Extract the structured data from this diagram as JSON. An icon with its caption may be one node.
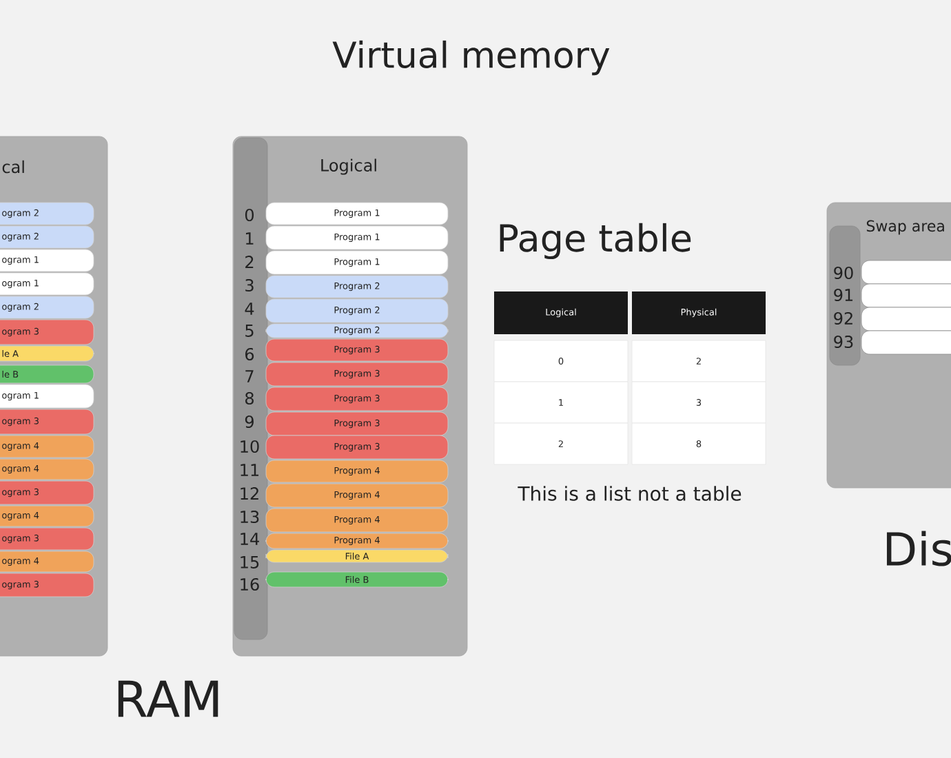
{
  "diagram": {
    "title": "Virtual memory",
    "nodes": [
      {
        "text": [
          "cal"
        ]
      },
      {
        "text": [
          "ogram 2"
        ],
        "in": 0
      },
      {
        "text": [
          "ogram 2"
        ],
        "in": 0
      },
      {
        "text": [
          "ogram 1"
        ],
        "in": 0
      },
      {
        "text": [
          "ogram 1"
        ],
        "in": 0
      },
      {
        "text": [
          "ogram 2"
        ],
        "in": 0
      },
      {
        "text": [
          "ogram 3"
        ],
        "in": 0
      },
      {
        "text": [
          "le A"
        ],
        "in": 0
      },
      {
        "text": [
          "le B"
        ],
        "in": 0
      },
      {
        "text": [
          "ogram 1"
        ],
        "in": 0
      },
      {
        "text": [
          "ogram 3"
        ],
        "in": 0
      },
      {
        "text": [
          "ogram 4"
        ],
        "in": 0
      },
      {
        "text": [
          "ogram 4"
        ],
        "in": 0
      },
      {
        "text": [
          "ogram 3"
        ],
        "in": 0
      },
      {
        "text": [
          "ogram 4"
        ],
        "in": 0
      },
      {
        "text": [
          "ogram 3"
        ],
        "in": 0
      },
      {
        "text": [
          "ogram 4"
        ],
        "in": 0
      },
      {
        "text": [
          "ogram 3"
        ],
        "in": 0
      },
      {
        "text": [
          "Logical"
        ]
      },
      {
        "text": [],
        "shape": "box",
        "in": 18
      },
      {
        "text": [
          "Program 1"
        ],
        "in": 18
      },
      {
        "text": [
          "Program 1"
        ],
        "in": 18
      },
      {
        "text": [
          "Program 1"
        ],
        "in": 18
      },
      {
        "text": [
          "Program 2"
        ],
        "in": 18
      },
      {
        "text": [
          "Program 2"
        ],
        "in": 18
      },
      {
        "text": [
          "Program 2"
        ],
        "in": 18
      },
      {
        "text": [
          "Program 3"
        ],
        "in": 18
      },
      {
        "text": [
          "Program 3"
        ],
        "in": 18
      },
      {
        "text": [
          "Program 3"
        ],
        "in": 18
      },
      {
        "text": [
          "Program 3"
        ],
        "in": 18
      },
      {
        "text": [
          "Program 3"
        ],
        "in": 18
      },
      {
        "text": [
          "Program 4"
        ],
        "in": 18
      },
      {
        "text": [
          "Program 4"
        ],
        "in": 18
      },
      {
        "text": [
          "Program 4"
        ],
        "in": 18
      },
      {
        "text": [
          "Program 4"
        ],
        "in": 18
      },
      {
        "text": [
          "File A"
        ],
        "in": 18
      },
      {
        "text": [
          "File B"
        ],
        "in": 18
      },
      {
        "text": [
          "Swap area"
        ]
      },
      {
        "text": [],
        "shape": "box",
        "in": 37
      },
      {
        "text": [],
        "shape": "bar",
        "in": 37
      },
      {
        "text": [],
        "shape": "bar",
        "in": 37
      },
      {
        "text": [],
        "shape": "bar",
        "in": 37
      },
      {
        "text": [],
        "shape": "bar",
        "in": 37
      }
    ],
    "edges": [],
    "labels": [
      "0",
      "1",
      "2",
      "3",
      "4",
      "5",
      "6",
      "7",
      "8",
      "9",
      "10",
      "11",
      "12",
      "13",
      "14",
      "15",
      "16",
      "Page table",
      "Logical",
      "Physical",
      "0",
      "2",
      "1",
      "3",
      "2",
      "8",
      "This is a list not a table",
      "90",
      "91",
      "92",
      "93",
      "Dis",
      "RAM"
    ]
  }
}
